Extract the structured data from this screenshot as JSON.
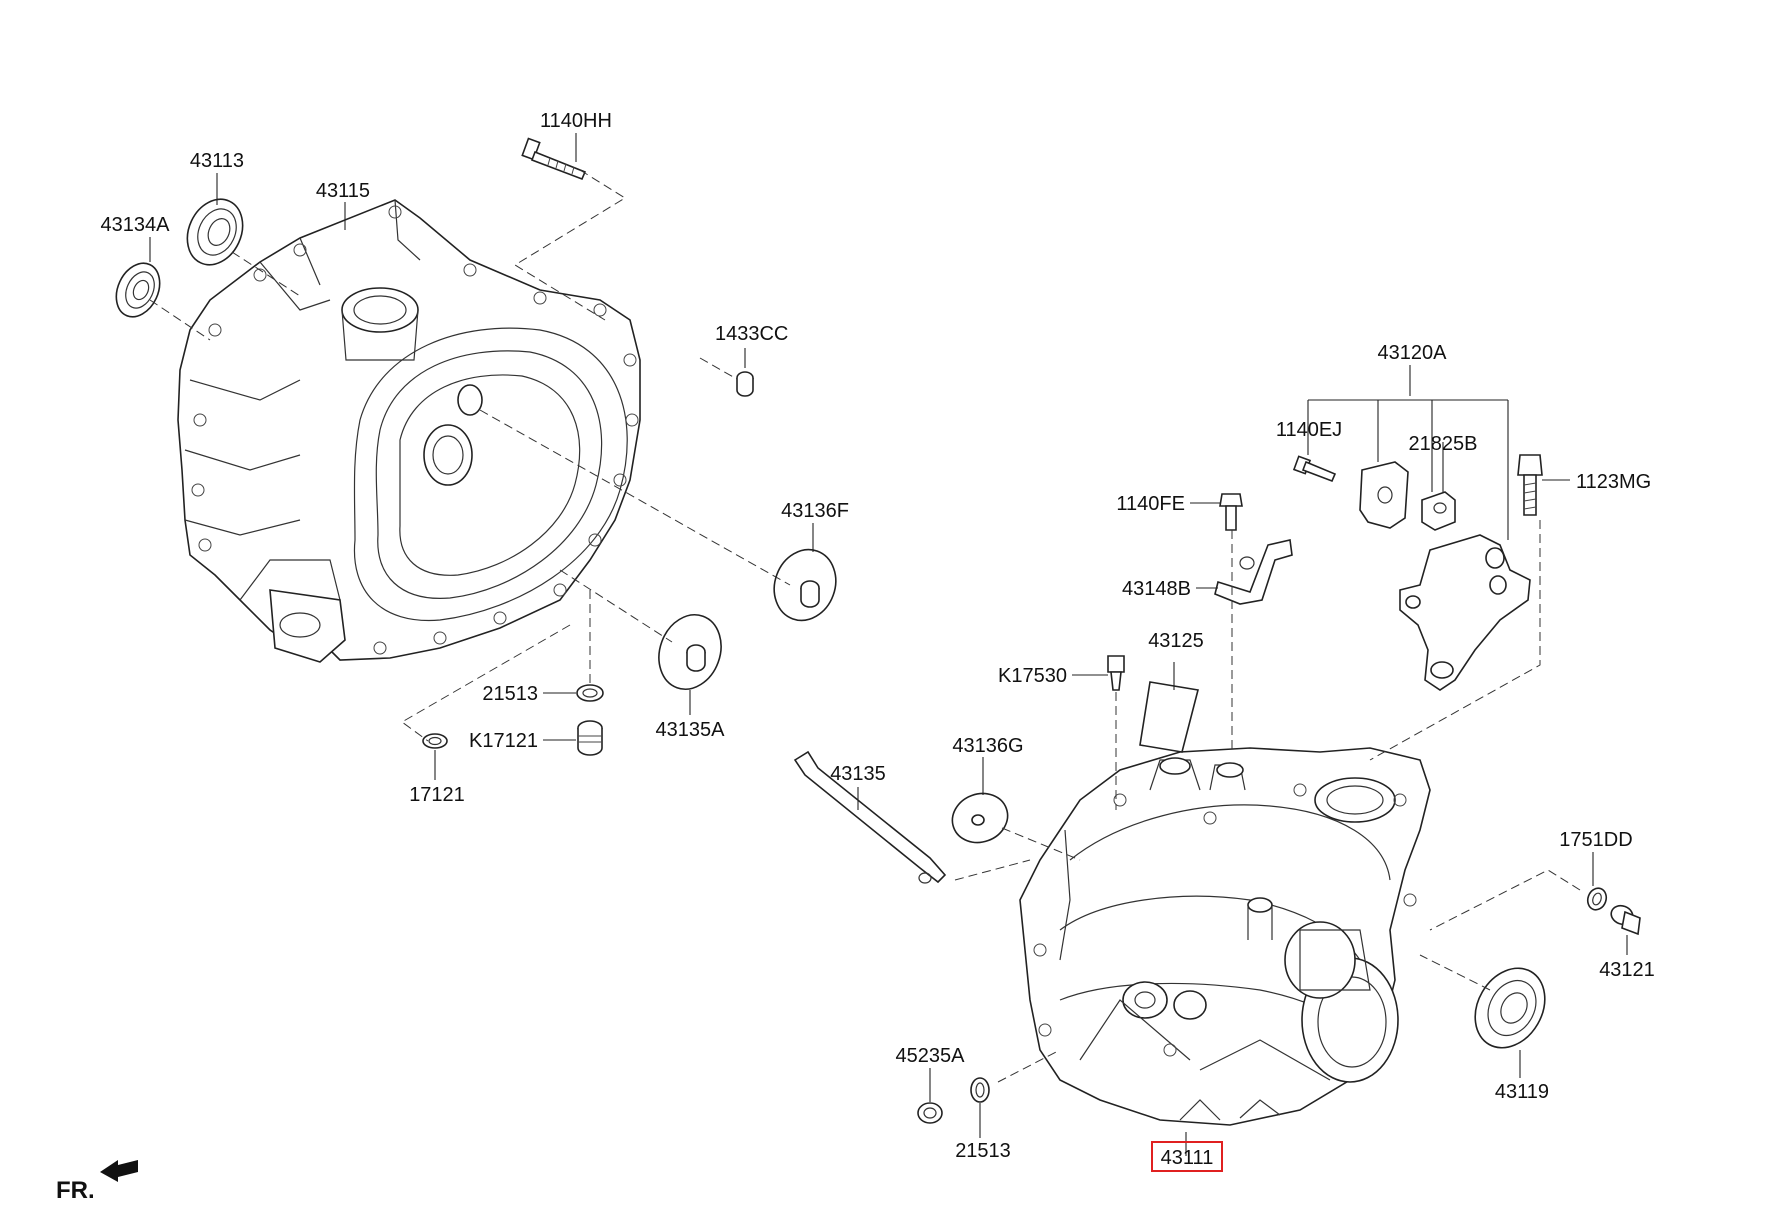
{
  "callouts": {
    "c1140HH": "1140HH",
    "c43113": "43113",
    "c43115": "43115",
    "c43134A": "43134A",
    "c1433CC": "1433CC",
    "c43136F": "43136F",
    "c21513a": "21513",
    "c43135A": "43135A",
    "cK17121": "K17121",
    "c17121": "17121",
    "c43120A": "43120A",
    "c1140EJ": "1140EJ",
    "c21825B": "21825B",
    "c1123MG": "1123MG",
    "c1140FE": "1140FE",
    "c43148B": "43148B",
    "c43125": "43125",
    "cK17530": "K17530",
    "c43136G": "43136G",
    "c43135": "43135",
    "c1751DD": "1751DD",
    "c43121": "43121",
    "c43119": "43119",
    "c45235A": "45235A",
    "c21513b": "21513",
    "c43111": "43111"
  },
  "highlighted_part": "43111",
  "highlight_color": "#e02020",
  "direction_label": "FR."
}
